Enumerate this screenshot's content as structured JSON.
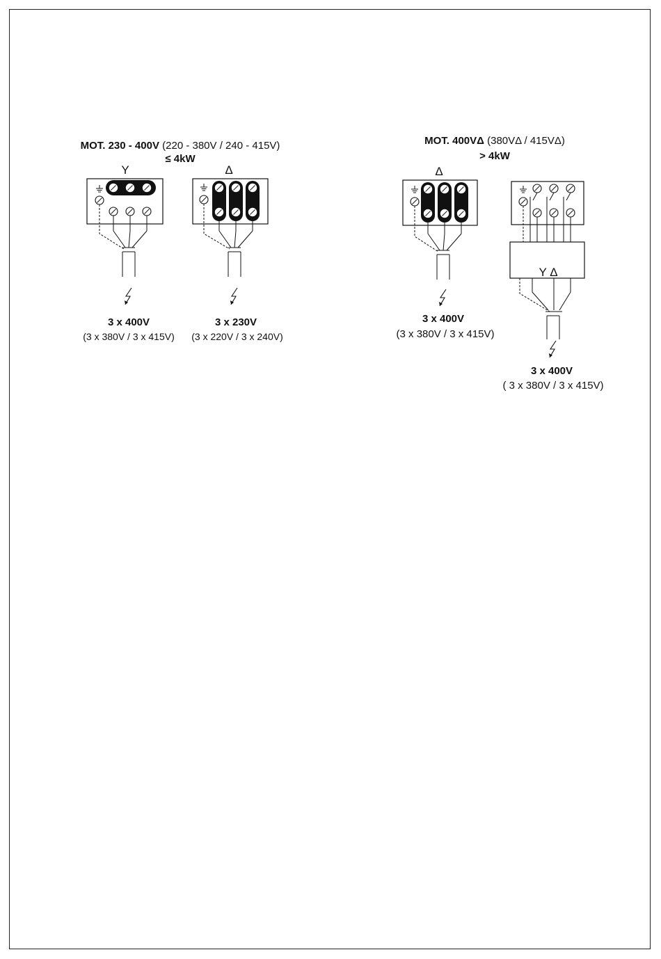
{
  "left_group": {
    "title_bold": "MOT. 230 - 400V",
    "title_rest": "(220 - 380V / 240 - 415V)",
    "power": "≤ 4kW",
    "star": {
      "symbol": "Y",
      "voltage": "3 x 400V",
      "alt_voltage": "(3 x 380V / 3 x 415V)"
    },
    "delta": {
      "symbol": "Δ",
      "voltage": "3 x 230V",
      "alt_voltage": "(3 x 220V / 3 x 240V)"
    }
  },
  "right_group": {
    "title_bold": "MOT. 400VΔ",
    "title_rest": "(380VΔ / 415VΔ)",
    "power": "> 4kW",
    "delta": {
      "symbol": "Δ",
      "voltage": "3 x 400V",
      "alt_voltage": "(3 x 380V / 3 x 415V)"
    },
    "star_delta": {
      "switch_label": "Y Δ",
      "voltage": "3 x 400V",
      "alt_voltage": "( 3 x 380V / 3 x 415V)"
    }
  }
}
